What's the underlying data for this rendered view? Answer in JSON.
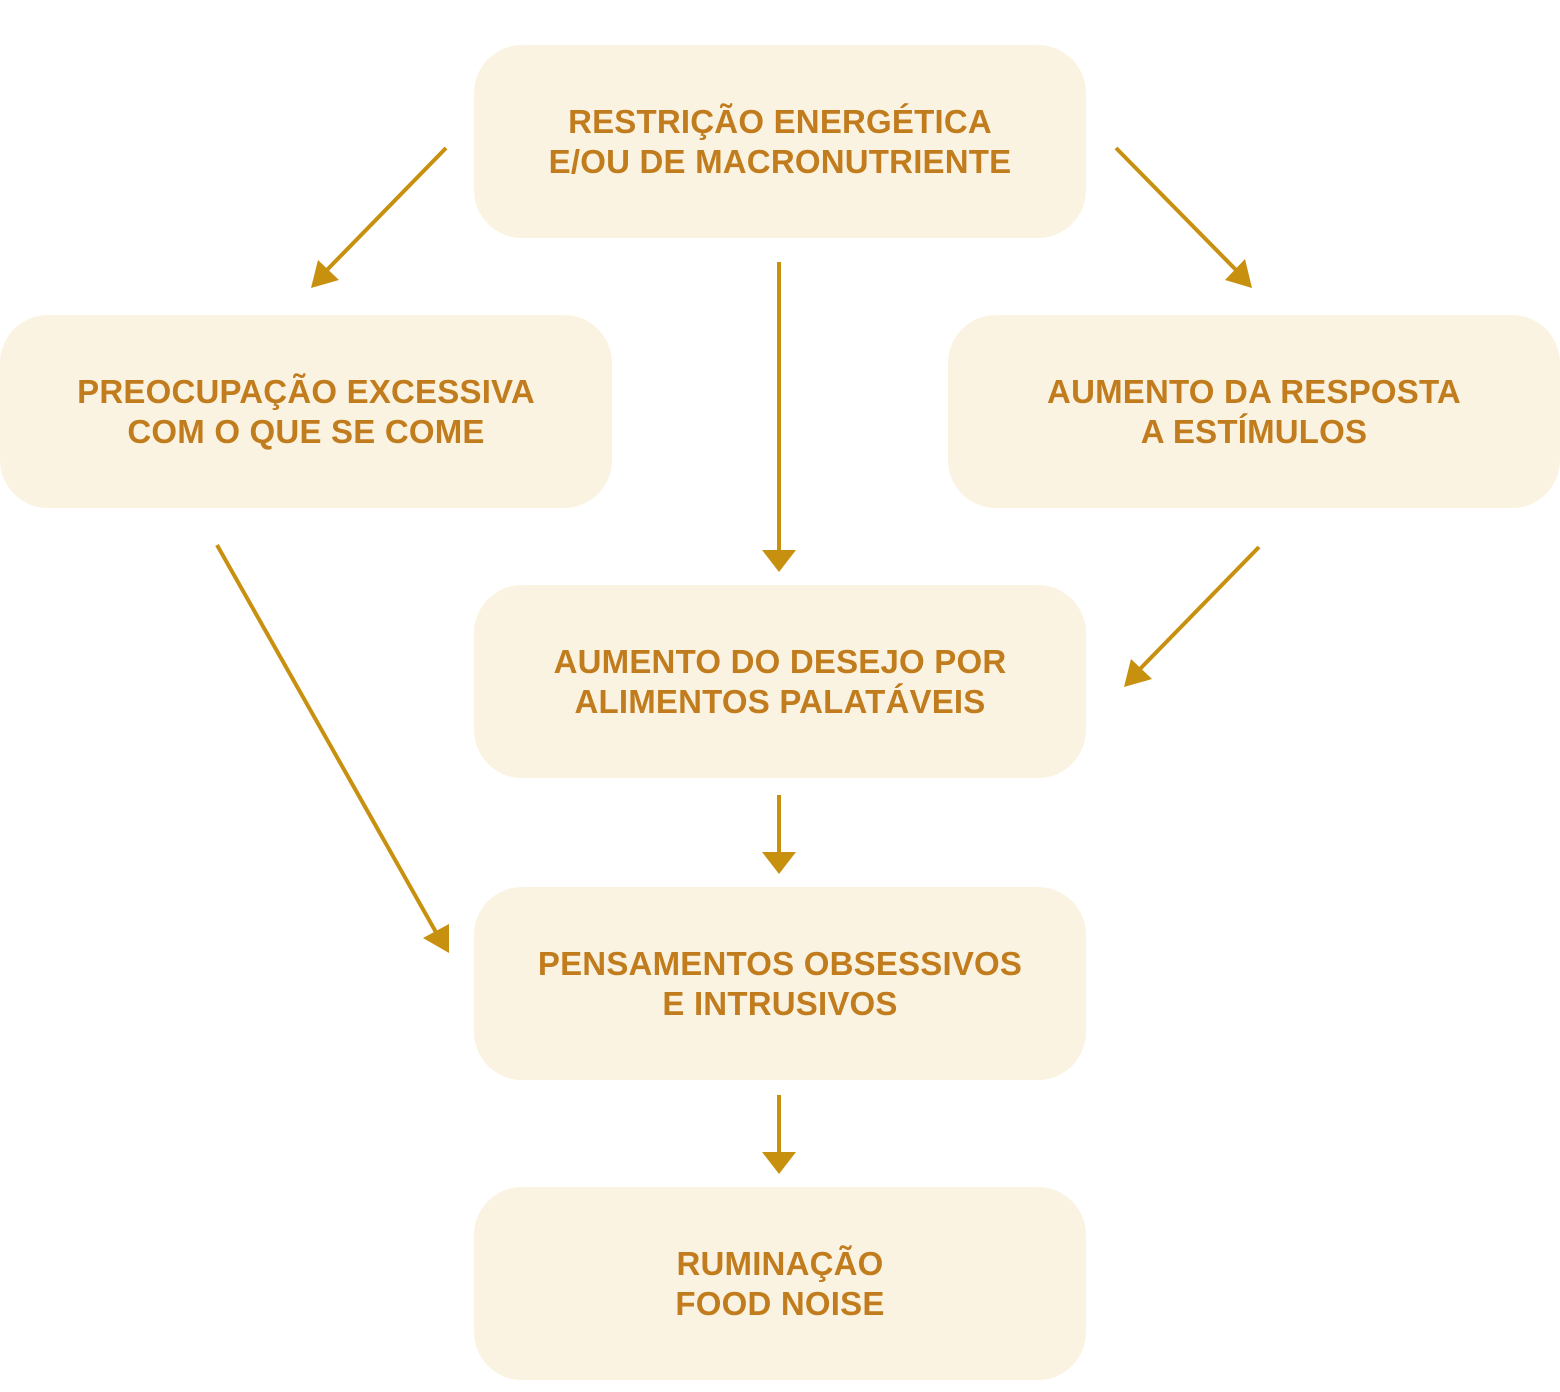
{
  "diagram": {
    "type": "flowchart",
    "colors": {
      "box_fill": "#FBF3E1",
      "text": "#C17C1E",
      "arrow": "#C8900F",
      "background": "#FFFFFF"
    },
    "nodes": [
      {
        "id": "restricao",
        "lines": [
          "RESTRIÇÃO ENERGÉTICA",
          "E/OU DE MACRONUTRIENTE"
        ]
      },
      {
        "id": "preocupacao",
        "lines": [
          "PREOCUPAÇÃO EXCESSIVA",
          "COM O QUE SE COME"
        ]
      },
      {
        "id": "resposta",
        "lines": [
          "AUMENTO DA RESPOSTA",
          "A ESTÍMULOS"
        ]
      },
      {
        "id": "desejo",
        "lines": [
          "AUMENTO DO DESEJO POR",
          "ALIMENTOS PALATÁVEIS"
        ]
      },
      {
        "id": "pensamentos",
        "lines": [
          "PENSAMENTOS OBSESSIVOS",
          "E INTRUSIVOS"
        ]
      },
      {
        "id": "ruminacao",
        "lines": [
          "RUMINAÇÃO",
          "FOOD NOISE"
        ]
      }
    ],
    "edges": [
      {
        "from": "restricao",
        "to": "preocupacao"
      },
      {
        "from": "restricao",
        "to": "desejo"
      },
      {
        "from": "restricao",
        "to": "resposta"
      },
      {
        "from": "resposta",
        "to": "desejo"
      },
      {
        "from": "preocupacao",
        "to": "pensamentos"
      },
      {
        "from": "desejo",
        "to": "pensamentos"
      },
      {
        "from": "pensamentos",
        "to": "ruminacao"
      }
    ]
  }
}
